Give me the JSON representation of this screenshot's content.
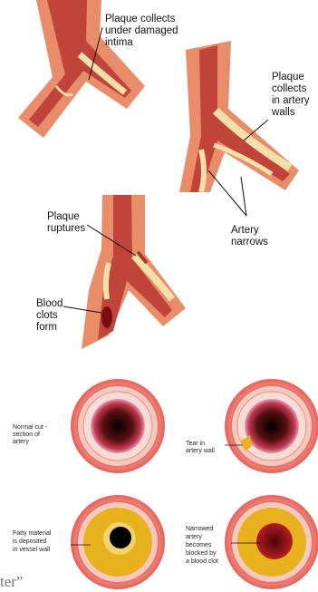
{
  "labels": {
    "plaque_intima": [
      "Plaque collects",
      "under damaged",
      "intima"
    ],
    "plaque_walls": [
      "Plaque",
      "collects",
      "in artery",
      "walls"
    ],
    "plaque_ruptures": [
      "Plaque",
      "ruptures"
    ],
    "artery_narrows": [
      "Artery",
      "narrows"
    ],
    "blood_clots": [
      "Blood",
      "clots",
      "form"
    ]
  },
  "sections": {
    "normal": [
      "Normal cut -",
      "section of",
      "artery"
    ],
    "tear": [
      "Tear in",
      "artery wall"
    ],
    "fatty": [
      "Fatty material",
      "is deposited",
      "in vessel wall"
    ],
    "narrowed": [
      "Narrowed",
      "artery",
      "becomes",
      "blocked by",
      "a blood clot"
    ]
  },
  "fragment": "ter”",
  "colors": {
    "artery_wall": "#e88c6a",
    "artery_lumen": "#c1443b",
    "plaque": "#f3dfa8",
    "section_outer": "#e85e55",
    "fatty_yellow": "#e7b21e",
    "clot": "#8e1018"
  }
}
